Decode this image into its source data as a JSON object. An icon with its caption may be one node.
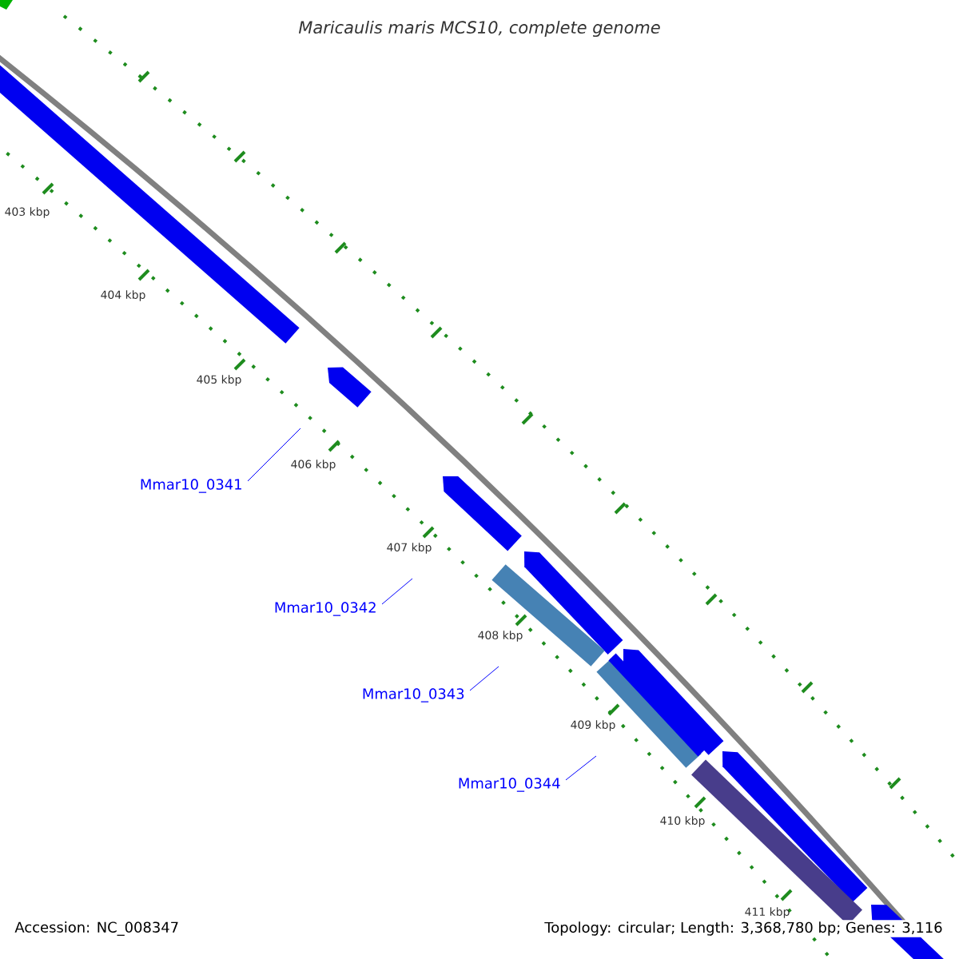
{
  "diagram": {
    "title": "Maricaulis maris MCS10, complete genome",
    "nodes": [
      {
        "text": [
          "Mmar10_0341"
        ]
      },
      {
        "text": [
          "Mmar10_0342"
        ]
      },
      {
        "text": [
          "Mmar10_0343"
        ]
      },
      {
        "text": [
          "Mmar10_0344"
        ]
      }
    ],
    "edges": [
      {
        "from": 0,
        "to": null,
        "arrow": "none"
      },
      {
        "from": 1,
        "to": null,
        "arrow": "none"
      },
      {
        "from": 2,
        "to": null,
        "arrow": "none"
      },
      {
        "from": 3,
        "to": null,
        "arrow": "none"
      }
    ],
    "labels": [
      "403 kbp",
      "404 kbp",
      "405 kbp",
      "406 kbp",
      "407 kbp",
      "408 kbp",
      "409 kbp",
      "410 kbp",
      "411 kbp",
      "Accession: NC_008347",
      "Topology: circular; Length: 3,368,780 bp; Genes: 3,116"
    ]
  }
}
